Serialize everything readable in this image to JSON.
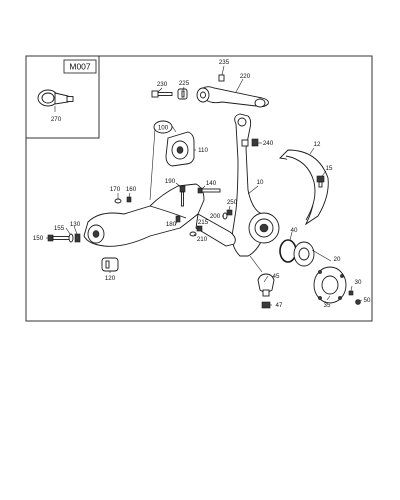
{
  "inset": {
    "code": "M007",
    "part_label": "270"
  },
  "callouts": [
    {
      "id": "235",
      "text": "235"
    },
    {
      "id": "230",
      "text": "230"
    },
    {
      "id": "225",
      "text": "225"
    },
    {
      "id": "220",
      "text": "220"
    },
    {
      "id": "100",
      "text": "100"
    },
    {
      "id": "110",
      "text": "110"
    },
    {
      "id": "240",
      "text": "240"
    },
    {
      "id": "12",
      "text": "12"
    },
    {
      "id": "15",
      "text": "15"
    },
    {
      "id": "10",
      "text": "10"
    },
    {
      "id": "190",
      "text": "190"
    },
    {
      "id": "140",
      "text": "140"
    },
    {
      "id": "170",
      "text": "170"
    },
    {
      "id": "160",
      "text": "160"
    },
    {
      "id": "130",
      "text": "130"
    },
    {
      "id": "155",
      "text": "155"
    },
    {
      "id": "150",
      "text": "150"
    },
    {
      "id": "250",
      "text": "250"
    },
    {
      "id": "200",
      "text": "200"
    },
    {
      "id": "180",
      "text": "180"
    },
    {
      "id": "215",
      "text": "215"
    },
    {
      "id": "210",
      "text": "210"
    },
    {
      "id": "40",
      "text": "40"
    },
    {
      "id": "20",
      "text": "20"
    },
    {
      "id": "120",
      "text": "120"
    },
    {
      "id": "45",
      "text": "45"
    },
    {
      "id": "35",
      "text": "35"
    },
    {
      "id": "30",
      "text": "30"
    },
    {
      "id": "47",
      "text": "47"
    },
    {
      "id": "50",
      "text": "50"
    }
  ]
}
